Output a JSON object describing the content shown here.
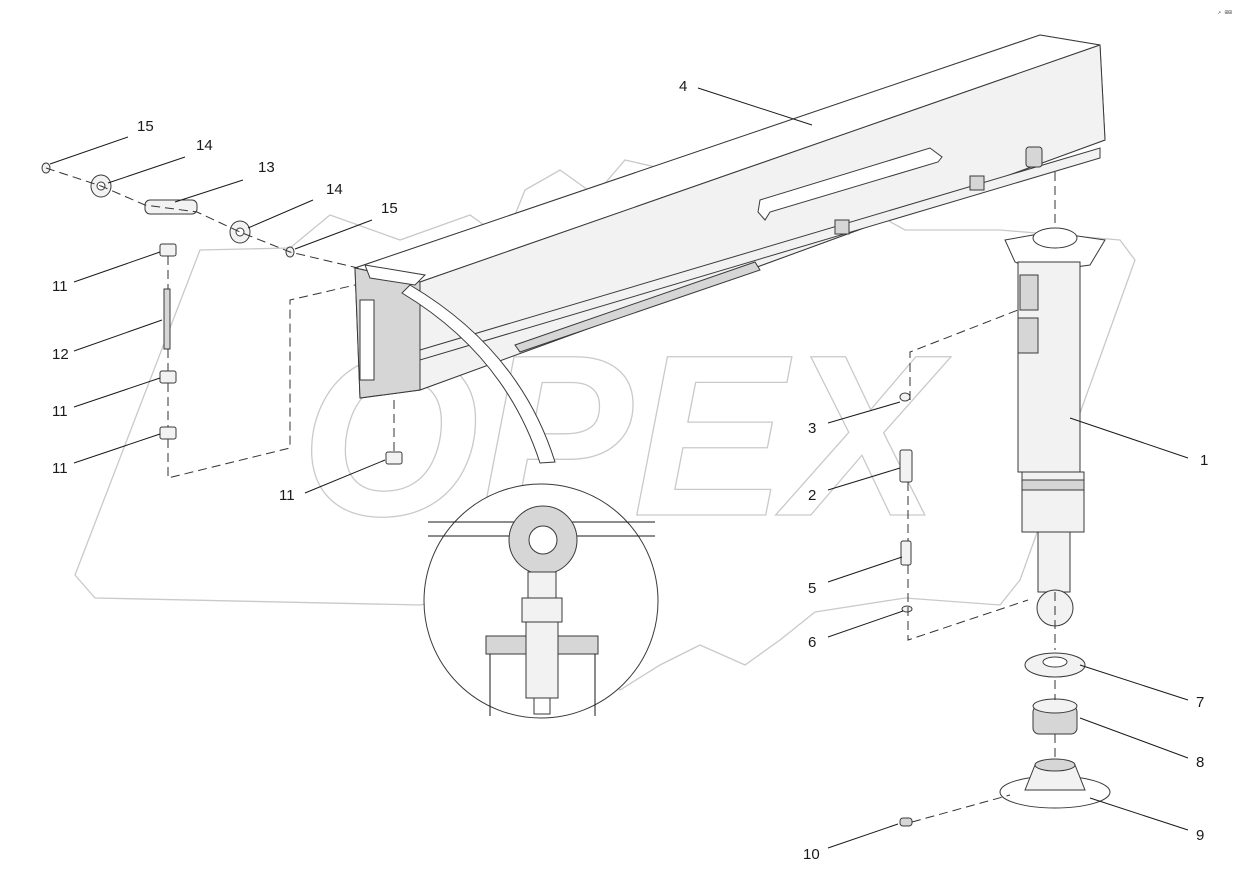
{
  "corner_text": "↗ ⊞⊞",
  "watermark": {
    "text": "OPEX"
  },
  "labels": [
    {
      "id": "1",
      "text": "1"
    },
    {
      "id": "2",
      "text": "2"
    },
    {
      "id": "3",
      "text": "3"
    },
    {
      "id": "4",
      "text": "4"
    },
    {
      "id": "5",
      "text": "5"
    },
    {
      "id": "6",
      "text": "6"
    },
    {
      "id": "7",
      "text": "7"
    },
    {
      "id": "8",
      "text": "8"
    },
    {
      "id": "9",
      "text": "9"
    },
    {
      "id": "10",
      "text": "10"
    },
    {
      "id": "11a",
      "text": "11"
    },
    {
      "id": "11b",
      "text": "11"
    },
    {
      "id": "11c",
      "text": "11"
    },
    {
      "id": "11d",
      "text": "11"
    },
    {
      "id": "12",
      "text": "12"
    },
    {
      "id": "13",
      "text": "13"
    },
    {
      "id": "14a",
      "text": "14"
    },
    {
      "id": "14b",
      "text": "14"
    },
    {
      "id": "15a",
      "text": "15"
    },
    {
      "id": "15b",
      "text": "15"
    }
  ]
}
